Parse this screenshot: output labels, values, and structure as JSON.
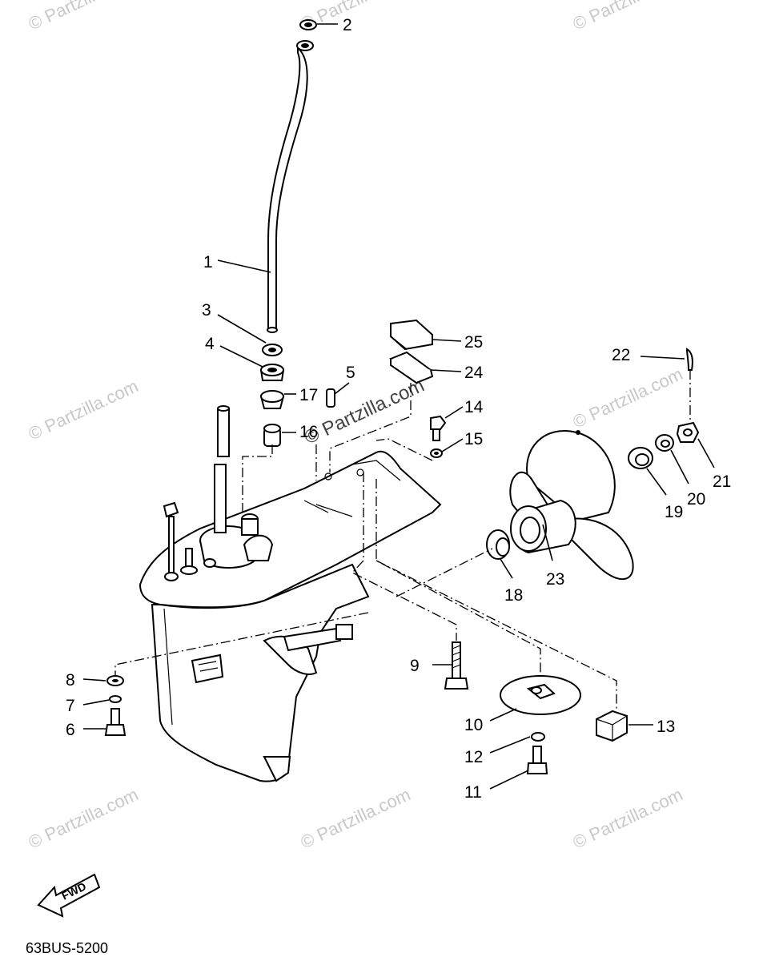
{
  "diagram": {
    "code": "63BUS-5200",
    "fwd_label": "FWD",
    "watermark": "© Partzilla.com",
    "callouts": [
      {
        "id": "c1",
        "label": "1"
      },
      {
        "id": "c2",
        "label": "2"
      },
      {
        "id": "c3",
        "label": "3"
      },
      {
        "id": "c4",
        "label": "4"
      },
      {
        "id": "c5",
        "label": "5"
      },
      {
        "id": "c6",
        "label": "6"
      },
      {
        "id": "c7",
        "label": "7"
      },
      {
        "id": "c8",
        "label": "8"
      },
      {
        "id": "c9",
        "label": "9"
      },
      {
        "id": "c10",
        "label": "10"
      },
      {
        "id": "c11",
        "label": "11"
      },
      {
        "id": "c12",
        "label": "12"
      },
      {
        "id": "c13",
        "label": "13"
      },
      {
        "id": "c14",
        "label": "14"
      },
      {
        "id": "c15",
        "label": "15"
      },
      {
        "id": "c16",
        "label": "16"
      },
      {
        "id": "c17",
        "label": "17"
      },
      {
        "id": "c18",
        "label": "18"
      },
      {
        "id": "c19",
        "label": "19"
      },
      {
        "id": "c20",
        "label": "20"
      },
      {
        "id": "c21",
        "label": "21"
      },
      {
        "id": "c22",
        "label": "22"
      },
      {
        "id": "c23",
        "label": "23"
      },
      {
        "id": "c24",
        "label": "24"
      },
      {
        "id": "c25",
        "label": "25"
      }
    ]
  }
}
